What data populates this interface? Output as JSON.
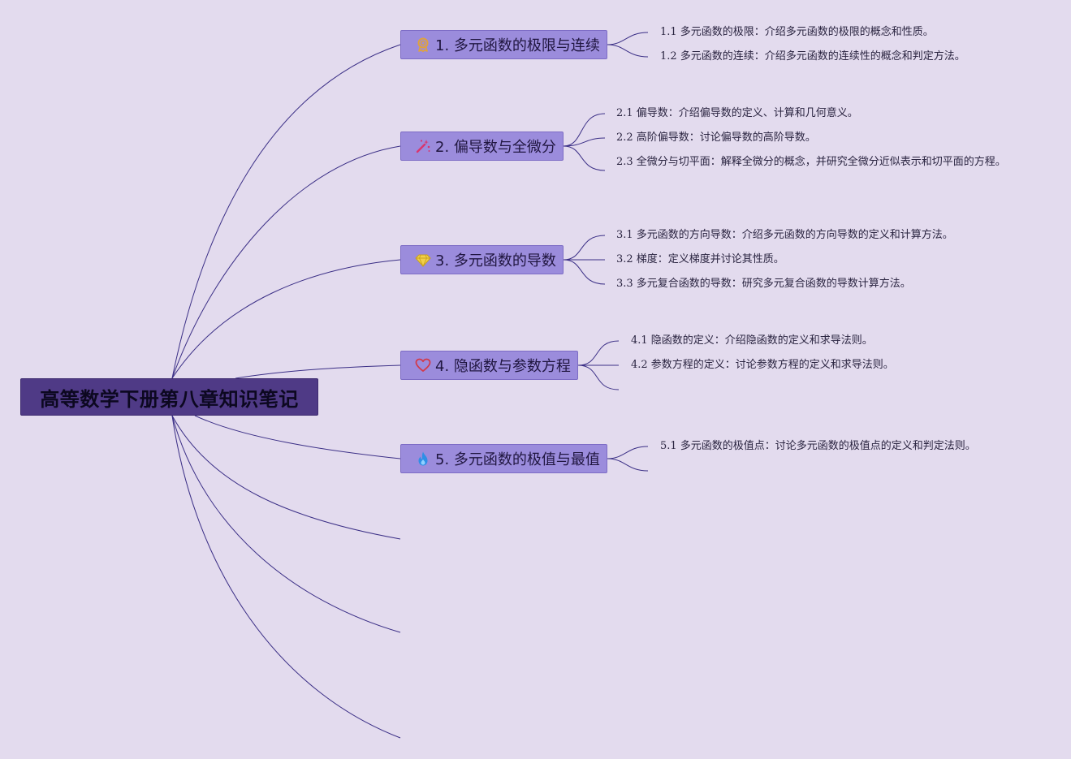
{
  "root": {
    "title": "高等数学下册第八章知识笔记"
  },
  "colors": {
    "background": "#e3dbee",
    "root_fill": "#4f3a86",
    "topic_fill": "#9b8cdc",
    "line": "#3b2f86"
  },
  "topics": [
    {
      "icon": "award-ribbon-icon",
      "label": "1. 多元函数的极限与连续",
      "subs": [
        "1.1 多元函数的极限：介绍多元函数的极限的概念和性质。",
        "1.2 多元函数的连续：介绍多元函数的连续性的概念和判定方法。"
      ]
    },
    {
      "icon": "magic-wand-icon",
      "label": "2. 偏导数与全微分",
      "subs": [
        "2.1 偏导数：介绍偏导数的定义、计算和几何意义。",
        "2.2 高阶偏导数：讨论偏导数的高阶导数。",
        "2.3 全微分与切平面：解释全微分的概念，并研究全微分近似表示和切平面的方程。"
      ]
    },
    {
      "icon": "diamond-icon",
      "label": "3. 多元函数的导数",
      "subs": [
        "3.1 多元函数的方向导数：介绍多元函数的方向导数的定义和计算方法。",
        "3.2 梯度：定义梯度并讨论其性质。",
        "3.3 多元复合函数的导数：研究多元复合函数的导数计算方法。"
      ]
    },
    {
      "icon": "heart-icon",
      "label": "4. 隐函数与参数方程",
      "subs": [
        "4.1 隐函数的定义：介绍隐函数的定义和求导法则。",
        "4.2 参数方程的定义：讨论参数方程的定义和求导法则。"
      ]
    },
    {
      "icon": "flame-icon",
      "label": "5. 多元函数的极值与最值",
      "subs": [
        "5.1 多元函数的极值点：讨论多元函数的极值点的定义和判定法则。"
      ]
    }
  ]
}
